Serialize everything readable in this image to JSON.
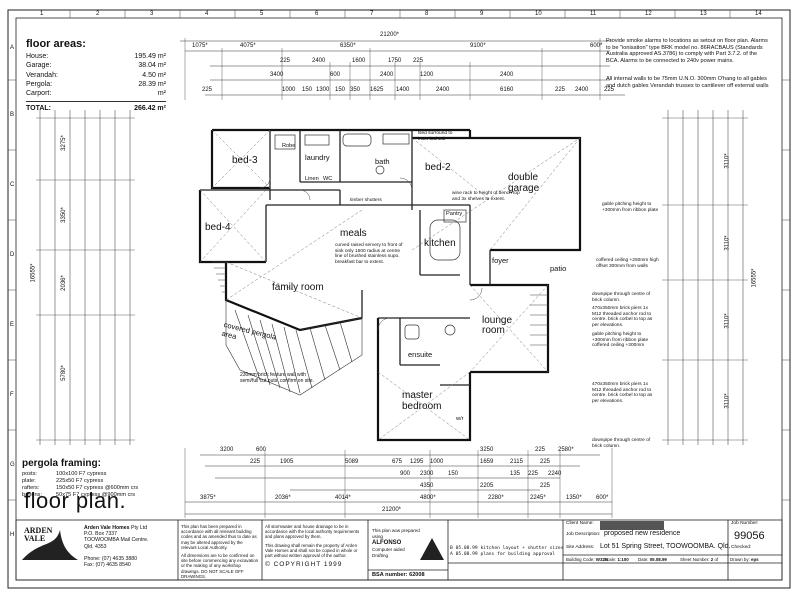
{
  "areas": {
    "title": "floor areas:",
    "rows": [
      {
        "label": "House:",
        "value": "195.49 m²"
      },
      {
        "label": "Garage:",
        "value": "38.04 m²"
      },
      {
        "label": "Verandah:",
        "value": "4.50 m²"
      },
      {
        "label": "Pergola:",
        "value": "28.39 m²"
      },
      {
        "label": "Carport:",
        "value": "m²"
      }
    ],
    "total_label": "TOTAL:",
    "total_value": "266.42 m²"
  },
  "notes": {
    "smoke": "Provide smoke alarms to locations as setout on floor plan. Alarms to be \"ionisation\" type BRK model no. 86RACBAUS (Standards Australia approved AS.3786) to comply with Part 3.7.2. of the BCA. Alarms to be connected to 240v power mains.",
    "walls": "All internal walls to be 75mm U.N.O. 300mm O'hang to all gables and dutch gables Verandah trusses to cantilever off external walls"
  },
  "pergola": {
    "title": "pergola framing:",
    "rows": [
      {
        "label": "posts:",
        "value": "100x100 F7 cypress"
      },
      {
        "label": "plate:",
        "value": "225x50 F7 cypress"
      },
      {
        "label": "rafters:",
        "value": "150x50 F7 cypress @600mm crs"
      },
      {
        "label": "battens:",
        "value": "50x75 F7 cypress @900mm crs"
      }
    ]
  },
  "plan_title": "floor plan.",
  "rooms": {
    "bed3": "bed-3",
    "bed4": "bed-4",
    "bed2": "bed-2",
    "laundry": "laundry",
    "bath": "bath",
    "meals": "meals",
    "kitchen": "kitchen",
    "family": "family room",
    "lounge": "lounge room",
    "garage": "double garage",
    "foyer": "foyer",
    "patio": "patio",
    "ensuite": "ensuite",
    "master": "master bedroom",
    "pergola_area": "covered pergola area",
    "wir": "w/r",
    "pantry": "Pantry",
    "robe": "Robe",
    "linen": "Linen",
    "wc": "WC"
  },
  "annotations": {
    "feature_wall": "230mm brick feature wall with semi/full cut outs. confirm on site.",
    "servery": "curved raised servery to front of sink only 1500 radius at centre line of brushed stainless supo. breakfast bar to extent.",
    "wine_rack": "wine rack to height of bench top and 3x shelves to extent.",
    "gable_garage": "gable pitching height to +300mm from ribbon plate",
    "coffered": "coffered ceiling +250mm high offset 300mm from walls",
    "downpipe1": "downpipe through centre of brick column.",
    "piers1": "470x350mm brick piers 1x M12 threaded anchor rod to centre. brick corbel to top as per elevations.",
    "gable_lounge": "gable pitching height to +300mm from ribbon plate coffered ceiling +300mm",
    "piers2": "470x350mm brick piers 1x M12 threaded anchor rod to centre. brick corbel to top as per elevations.",
    "downpipe2": "downpipe through centre of brick column.",
    "tiled": "tiled surround to inset bathtub",
    "timber_shutters": "timber shutters"
  },
  "dims": {
    "top_overall": "21200*",
    "top_row1": [
      "1075*",
      "4075*",
      "6350*",
      "9100*",
      "600*"
    ],
    "top_row2": [
      "225",
      "2400",
      "1600",
      "1750",
      "225"
    ],
    "top_row3": [
      "3400",
      "600",
      "2400",
      "1200",
      "2400"
    ],
    "top_row4": [
      "225",
      "1000",
      "150",
      "1300",
      "150",
      "350",
      "1625",
      "1400",
      "2400",
      "6160",
      "225",
      "2400",
      "225"
    ],
    "bottom_overall": "21200*",
    "bottom_row1": [
      "3200",
      "600",
      "3250",
      "225",
      "2580*"
    ],
    "bottom_row2": [
      "225",
      "1905",
      "5089",
      "675",
      "1295",
      "1000",
      "1659",
      "2115",
      "225"
    ],
    "bottom_row3": [
      "900",
      "2300",
      "150",
      "135",
      "225",
      "2240"
    ],
    "bottom_row4": [
      "4350",
      "2205",
      "225"
    ],
    "bottom_row5": [
      "3875*",
      "2036*",
      "4014*",
      "4800*",
      "2280*",
      "2245*",
      "1350*",
      "600*"
    ],
    "left": [
      "3275*",
      "3350*",
      "2036*",
      "5780*",
      "16555*"
    ],
    "right": [
      "3110*",
      "3110*",
      "3110*",
      "3110*",
      "16555*"
    ]
  },
  "title_block": {
    "company": "Arden Vale Homes",
    "company_suffix": "Pty Ltd",
    "address1": "P.O. Box 7337",
    "address2": "TOOWOOMBA Mail Centre.",
    "address3": "Qld. 4353",
    "phone": "Phone: (07) 4635 3880",
    "fax": "Fax: (07) 4635 8540",
    "logo_word1": "ARDEN",
    "logo_word2": "VALE",
    "disclaimer1": "This plan has been prepared in accordance with all relevant building codes and as amended thus to date as may be altered approved by the relevant Local Authority.",
    "disclaimer2": "All dimensions are to be confirmed on site before commencing any excavation or the making of any workshop drawings. DO NOT SCALE OFF DRAWINGS.",
    "disclaimer3": "All stormwater and house drainage to be in accordance with the local authority requirements and plans approved by them.",
    "disclaimer4": "This drawing shall remain the property of Arden Vale Homes and shall not be copied in whole or part without written approval of the author.",
    "copyright": "© COPYRIGHT 1999",
    "bsa": "BSA number: 62008",
    "alfonso": "ALFONSO",
    "drafting": "Computer aided Drafting",
    "members": "This plan was prepared using",
    "rev": [
      {
        "no": "B",
        "date": "05.08.99",
        "desc": "kitchen layout + shutter sizes"
      },
      {
        "no": "A",
        "date": "05.08.99",
        "desc": "plans for building approval"
      }
    ],
    "client_label": "Client Name:",
    "job_desc_label": "Job Description:",
    "job_desc": "proposed new residence",
    "site_label": "Site Address:",
    "site": "Lot 51 Spring Street, TOOWOOMBA. Qld.",
    "code_label": "Building Code:",
    "code": "W32N",
    "scale_label": "Scale:",
    "scale": "1:100",
    "date_label": "Date:",
    "date": "05.08.99",
    "sheet_label": "Sheet Number:",
    "sheet": "2",
    "of": "of",
    "drawn_label": "Drawn by:",
    "drawn": "eps",
    "job_no_label": "Job Number:",
    "job_no": "99056",
    "checked_label": "Checked:"
  },
  "grid_top": [
    "1",
    "2",
    "3",
    "4",
    "5",
    "6",
    "7",
    "8",
    "9",
    "10",
    "11",
    "12",
    "13",
    "14"
  ],
  "grid_side": [
    "A",
    "B",
    "C",
    "D",
    "E",
    "F",
    "G",
    "H"
  ]
}
